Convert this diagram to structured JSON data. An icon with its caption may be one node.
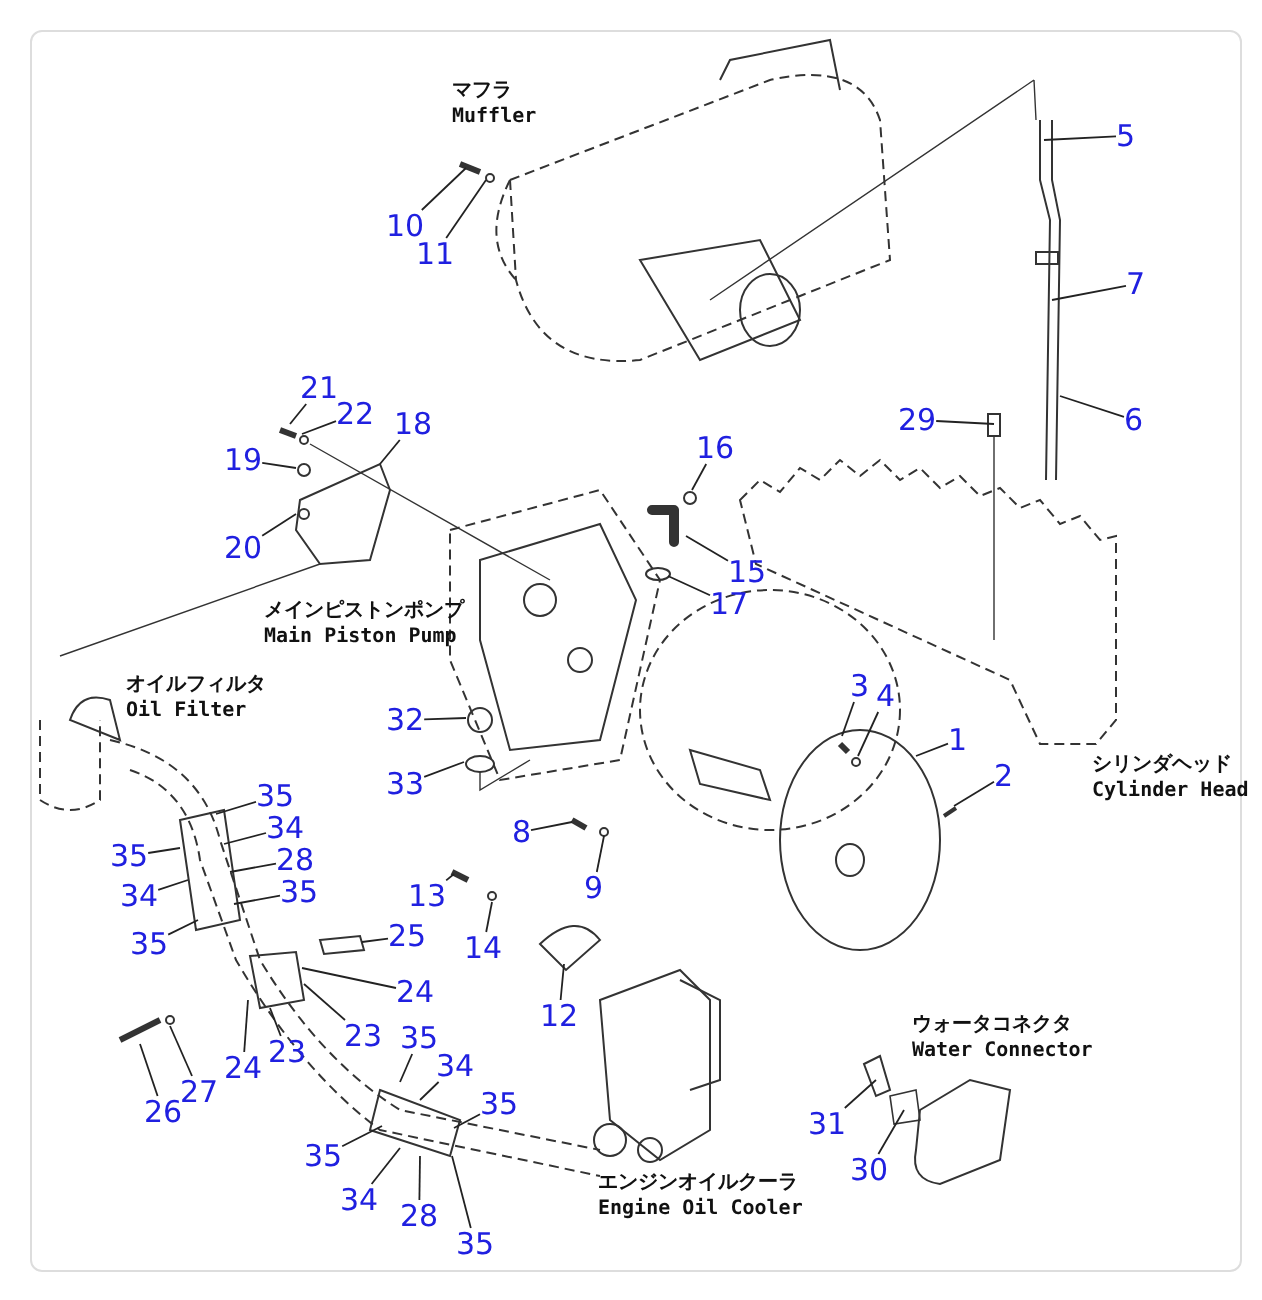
{
  "diagram": {
    "nodes": [
      {
        "text": [
          "5"
        ]
      },
      {
        "text": [
          "10"
        ]
      },
      {
        "text": [
          "11"
        ]
      },
      {
        "text": [
          "7"
        ]
      },
      {
        "text": [
          "21"
        ]
      },
      {
        "text": [
          "22"
        ]
      },
      {
        "text": [
          "18"
        ]
      },
      {
        "text": [
          "6"
        ]
      },
      {
        "text": [
          "29"
        ]
      },
      {
        "text": [
          "16"
        ]
      },
      {
        "text": [
          "19"
        ]
      },
      {
        "text": [
          "20"
        ]
      },
      {
        "text": [
          "15"
        ]
      },
      {
        "text": [
          "17"
        ]
      },
      {
        "text": [
          "3"
        ]
      },
      {
        "text": [
          "4"
        ]
      },
      {
        "text": [
          "32"
        ]
      },
      {
        "text": [
          "1"
        ]
      },
      {
        "text": [
          "33"
        ]
      },
      {
        "text": [
          "2"
        ]
      },
      {
        "text": [
          "35"
        ]
      },
      {
        "text": [
          "34"
        ]
      },
      {
        "text": [
          "8"
        ]
      },
      {
        "text": [
          "35"
        ]
      },
      {
        "text": [
          "28"
        ]
      },
      {
        "text": [
          "9"
        ]
      },
      {
        "text": [
          "34"
        ]
      },
      {
        "text": [
          "13"
        ]
      },
      {
        "text": [
          "35"
        ]
      },
      {
        "text": [
          "14"
        ]
      },
      {
        "text": [
          "25"
        ]
      },
      {
        "text": [
          "35"
        ]
      },
      {
        "text": [
          "24"
        ]
      },
      {
        "text": [
          "23"
        ]
      },
      {
        "text": [
          "12"
        ]
      },
      {
        "text": [
          "35"
        ]
      },
      {
        "text": [
          "23"
        ]
      },
      {
        "text": [
          "24"
        ]
      },
      {
        "text": [
          "34"
        ]
      },
      {
        "text": [
          "27"
        ]
      },
      {
        "text": [
          "26"
        ]
      },
      {
        "text": [
          "35"
        ]
      },
      {
        "text": [
          "31"
        ]
      },
      {
        "text": [
          "35"
        ]
      },
      {
        "text": [
          "30"
        ]
      },
      {
        "text": [
          "34"
        ]
      },
      {
        "text": [
          "28"
        ]
      },
      {
        "text": [
          "35"
        ]
      }
    ],
    "edges": [
      {
        "from": 0,
        "to": null,
        "arrow": "none"
      },
      {
        "from": 1,
        "to": null,
        "arrow": "none"
      },
      {
        "from": 2,
        "to": null,
        "arrow": "none"
      },
      {
        "from": 3,
        "to": null,
        "arrow": "none"
      },
      {
        "from": 4,
        "to": null,
        "arrow": "none"
      },
      {
        "from": 5,
        "to": null,
        "arrow": "none"
      },
      {
        "from": 6,
        "to": null,
        "arrow": "none"
      },
      {
        "from": 7,
        "to": null,
        "arrow": "none"
      },
      {
        "from": 8,
        "to": null,
        "arrow": "none"
      },
      {
        "from": 9,
        "to": null,
        "arrow": "none"
      },
      {
        "from": 10,
        "to": null,
        "arrow": "none"
      },
      {
        "from": 11,
        "to": null,
        "arrow": "none"
      },
      {
        "from": 12,
        "to": null,
        "arrow": "none"
      },
      {
        "from": 13,
        "to": null,
        "arrow": "none"
      },
      {
        "from": 14,
        "to": null,
        "arrow": "none"
      },
      {
        "from": 15,
        "to": null,
        "arrow": "none"
      },
      {
        "from": 16,
        "to": null,
        "arrow": "none"
      },
      {
        "from": 17,
        "to": null,
        "arrow": "none"
      },
      {
        "from": 18,
        "to": null,
        "arrow": "none"
      },
      {
        "from": 19,
        "to": null,
        "arrow": "none"
      },
      {
        "from": 20,
        "to": null,
        "arrow": "none"
      },
      {
        "from": 21,
        "to": null,
        "arrow": "none"
      },
      {
        "from": 22,
        "to": null,
        "arrow": "none"
      },
      {
        "from": 23,
        "to": null,
        "arrow": "none"
      },
      {
        "from": 24,
        "to": null,
        "arrow": "none"
      },
      {
        "from": 25,
        "to": null,
        "arrow": "none"
      },
      {
        "from": 26,
        "to": null,
        "arrow": "none"
      },
      {
        "from": 27,
        "to": null,
        "arrow": "none"
      },
      {
        "from": 28,
        "to": null,
        "arrow": "none"
      },
      {
        "from": 29,
        "to": null,
        "arrow": "none"
      },
      {
        "from": 30,
        "to": null,
        "arrow": "none"
      },
      {
        "from": 31,
        "to": null,
        "arrow": "none"
      },
      {
        "from": 32,
        "to": null,
        "arrow": "none"
      },
      {
        "from": 33,
        "to": null,
        "arrow": "none"
      },
      {
        "from": 34,
        "to": null,
        "arrow": "none"
      },
      {
        "from": 35,
        "to": null,
        "arrow": "none"
      },
      {
        "from": 36,
        "to": null,
        "arrow": "none"
      },
      {
        "from": 37,
        "to": null,
        "arrow": "none"
      },
      {
        "from": 38,
        "to": null,
        "arrow": "none"
      },
      {
        "from": 39,
        "to": null,
        "arrow": "none"
      },
      {
        "from": 40,
        "to": null,
        "arrow": "none"
      },
      {
        "from": 41,
        "to": null,
        "arrow": "none"
      },
      {
        "from": 42,
        "to": null,
        "arrow": "none"
      },
      {
        "from": 43,
        "to": null,
        "arrow": "none"
      },
      {
        "from": 44,
        "to": null,
        "arrow": "none"
      },
      {
        "from": 45,
        "to": null,
        "arrow": "none"
      },
      {
        "from": 46,
        "to": null,
        "arrow": "none"
      },
      {
        "from": 47,
        "to": null,
        "arrow": "none"
      }
    ],
    "labels": [
      "マフラ",
      "Muffler",
      "メインピストンポンプ",
      "Main Piston Pump",
      "オイルフィルタ",
      "Oil Filter",
      "シリンダヘッド",
      "Cylinder Head",
      "ウォータコネクタ",
      "Water Connector",
      "エンジンオイルクーラ",
      "Engine Oil Cooler"
    ]
  }
}
